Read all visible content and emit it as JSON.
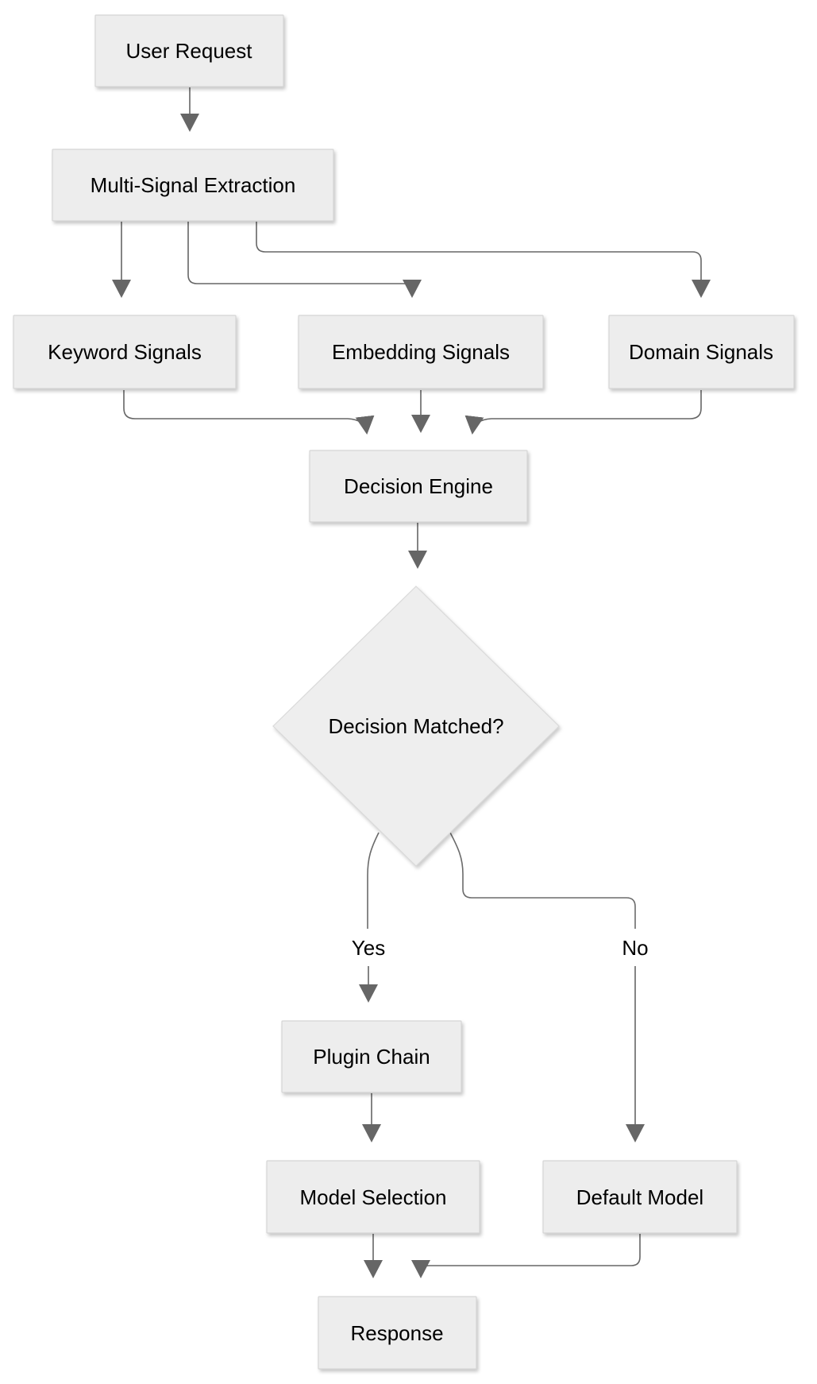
{
  "diagram": {
    "type": "flowchart",
    "direction": "top-down",
    "colors": {
      "background": "#ffffff",
      "node_fill": "#ededed",
      "node_border": "#d6d6d6",
      "edge_stroke": "#666666",
      "text": "#000000"
    },
    "nodes": {
      "user_request": {
        "label": "User Request",
        "shape": "rect"
      },
      "multi_signal": {
        "label": "Multi-Signal Extraction",
        "shape": "rect"
      },
      "keyword_signals": {
        "label": "Keyword Signals",
        "shape": "rect"
      },
      "embedding_signals": {
        "label": "Embedding Signals",
        "shape": "rect"
      },
      "domain_signals": {
        "label": "Domain Signals",
        "shape": "rect"
      },
      "decision_engine": {
        "label": "Decision Engine",
        "shape": "rect"
      },
      "decision_matched": {
        "label": "Decision Matched?",
        "shape": "diamond"
      },
      "plugin_chain": {
        "label": "Plugin Chain",
        "shape": "rect"
      },
      "model_selection": {
        "label": "Model Selection",
        "shape": "rect"
      },
      "default_model": {
        "label": "Default Model",
        "shape": "rect"
      },
      "response": {
        "label": "Response",
        "shape": "rect"
      }
    },
    "edge_labels": {
      "yes": "Yes",
      "no": "No"
    },
    "edges": [
      {
        "from": "user_request",
        "to": "multi_signal"
      },
      {
        "from": "multi_signal",
        "to": "keyword_signals"
      },
      {
        "from": "multi_signal",
        "to": "embedding_signals"
      },
      {
        "from": "multi_signal",
        "to": "domain_signals"
      },
      {
        "from": "keyword_signals",
        "to": "decision_engine"
      },
      {
        "from": "embedding_signals",
        "to": "decision_engine"
      },
      {
        "from": "domain_signals",
        "to": "decision_engine"
      },
      {
        "from": "decision_engine",
        "to": "decision_matched"
      },
      {
        "from": "decision_matched",
        "to": "plugin_chain",
        "label": "Yes"
      },
      {
        "from": "decision_matched",
        "to": "default_model",
        "label": "No"
      },
      {
        "from": "plugin_chain",
        "to": "model_selection"
      },
      {
        "from": "model_selection",
        "to": "response"
      },
      {
        "from": "default_model",
        "to": "response"
      }
    ]
  }
}
